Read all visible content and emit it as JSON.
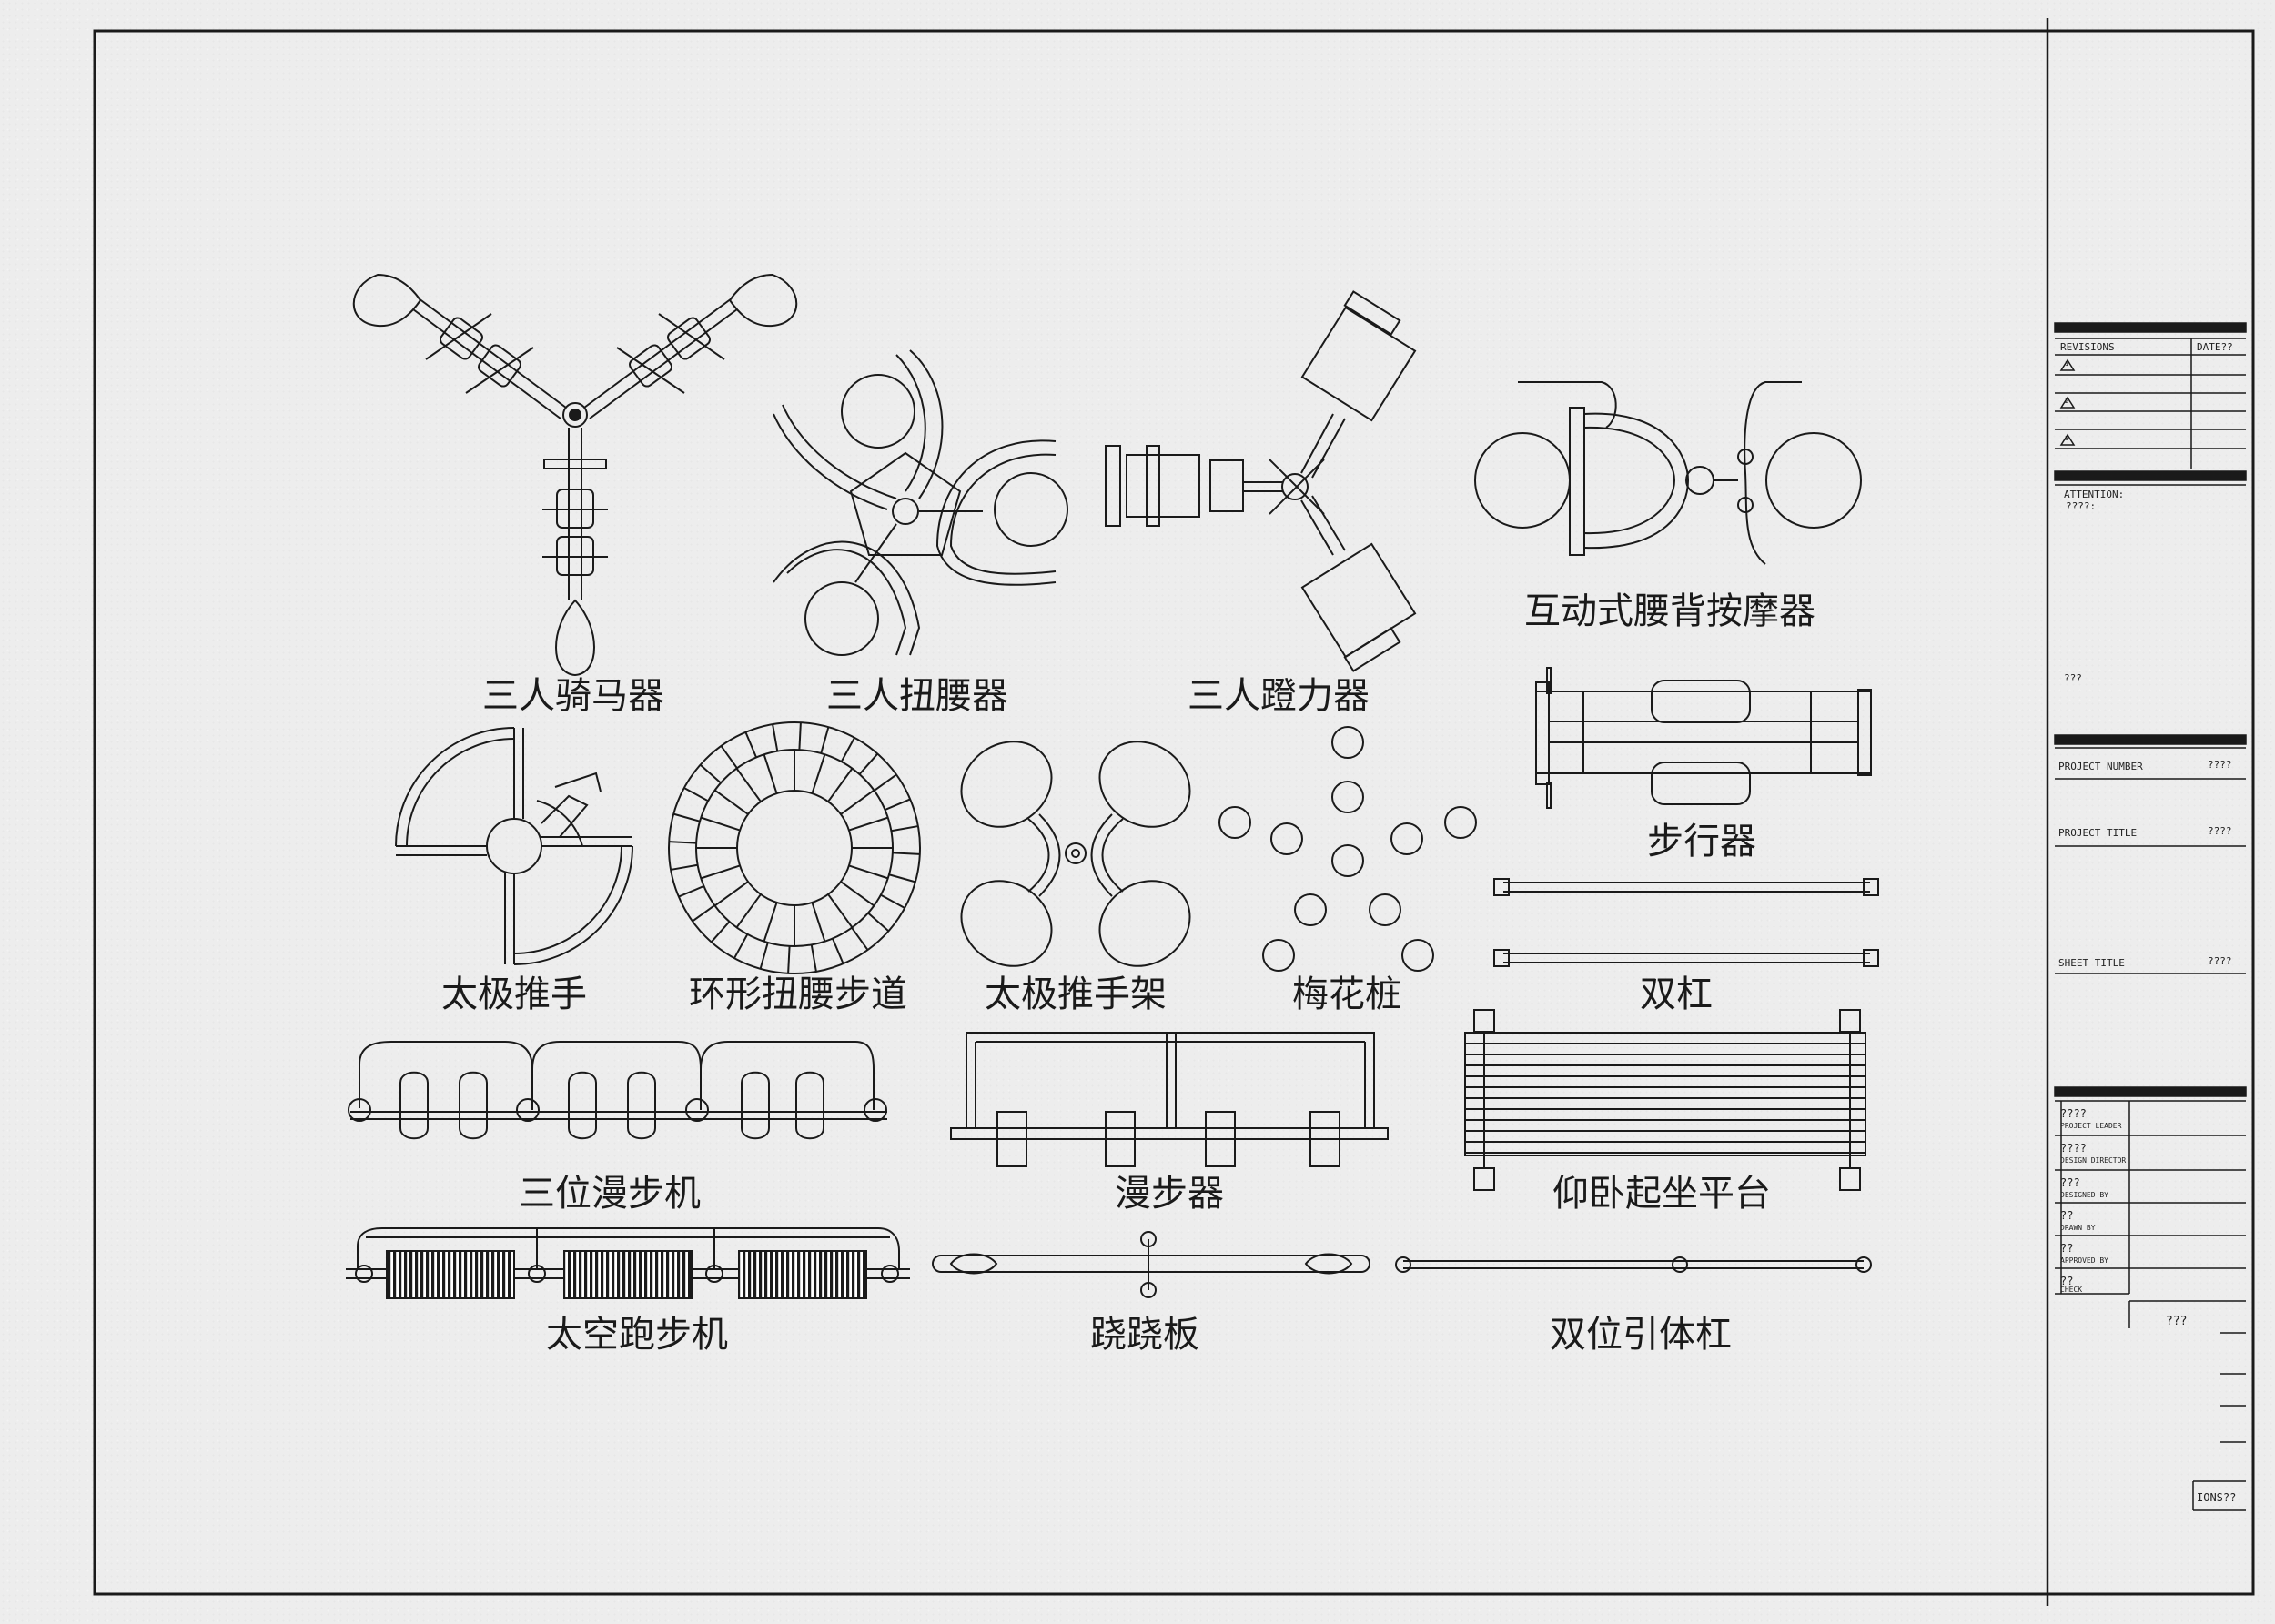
{
  "labels": {
    "three_person_horse": "三人骑马器",
    "three_person_waist_twist": "三人扭腰器",
    "three_person_pedal": "三人蹬力器",
    "interactive_back_massager": "互动式腰背按摩器",
    "tai_chi_push": "太极推手",
    "ring_waist_walkway": "环形扭腰步道",
    "tai_chi_push_frame": "太极推手架",
    "plum_pile": "梅花桩",
    "walker": "步行器",
    "parallel_bars": "双杠",
    "three_position_stepper": "三位漫步机",
    "stepper": "漫步器",
    "situp_platform": "仰卧起坐平台",
    "space_runner": "太空跑步机",
    "seesaw": "跷跷板",
    "double_pullup_bar": "双位引体杠"
  },
  "title_block": {
    "revisions_label": "REVISIONS",
    "date_label": "DATE??",
    "rev_marks": [
      "1",
      "2",
      "3"
    ],
    "attention_label": "ATTENTION:",
    "attention_text": "????:",
    "attention_value": "???",
    "project_number_label": "PROJECT NUMBER",
    "project_number_value": "????",
    "project_title_label": "PROJECT TITLE",
    "project_title_value": "????",
    "sheet_title_label": "SHEET TITLE",
    "sheet_title_value": "????",
    "project_leader_value": "????",
    "project_leader_label": "PROJECT LEADER",
    "design_director_value": "????",
    "design_director_label": "DESIGN DIRECTOR",
    "designed_by_value": "???",
    "designed_by_label": "DESIGNED BY",
    "drawn_by_value": "??",
    "drawn_by_label": "DRAWN BY",
    "approved_by_value": "??",
    "approved_by_label": "APPROVED BY",
    "check_value": "??",
    "check_label": "CHECK",
    "sheet_value": "???",
    "revisions_footer": "IONS??"
  },
  "colors": {
    "line": "#1a1a1a",
    "paper": "#ededed"
  }
}
